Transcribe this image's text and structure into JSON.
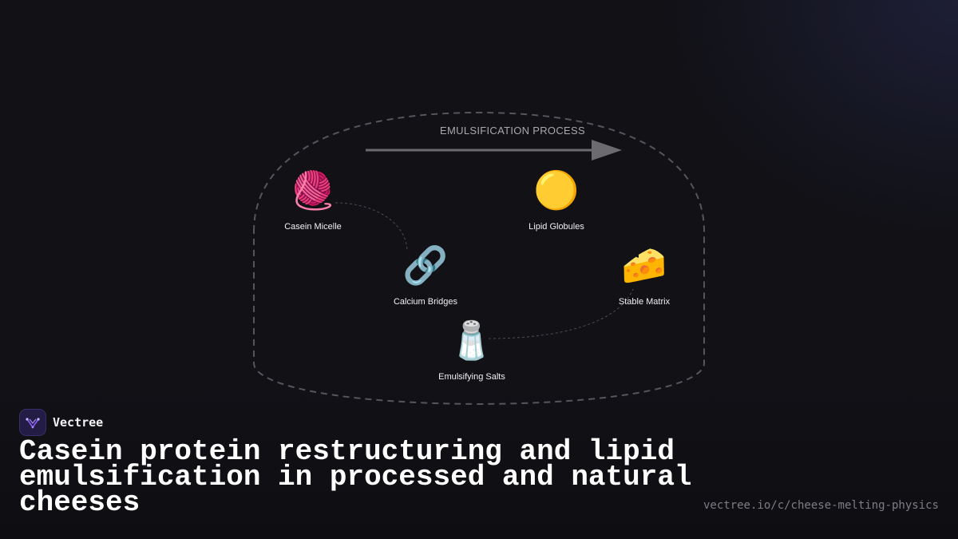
{
  "diagram": {
    "process_label": "EMULSIFICATION PROCESS",
    "nodes": [
      {
        "id": "casein",
        "icon": "yarn-ball-icon",
        "emoji": "🧶",
        "label": "Casein Micelle"
      },
      {
        "id": "lipid",
        "icon": "yellow-circle-icon",
        "emoji": "🟡",
        "label": "Lipid Globules"
      },
      {
        "id": "calcium",
        "icon": "link-icon",
        "emoji": "🔗",
        "label": "Calcium Bridges"
      },
      {
        "id": "matrix",
        "icon": "cheese-icon",
        "emoji": "🧀",
        "label": "Stable Matrix"
      },
      {
        "id": "salts",
        "icon": "salt-shaker-icon",
        "emoji": "🧂",
        "label": "Emulsifying Salts"
      }
    ],
    "colors": {
      "boundary": "#55555c",
      "arrow": "#6b6b70",
      "connector": "#4d4d55"
    }
  },
  "brand": {
    "name": "Vectree",
    "logo_icon": "vectree-logo-icon",
    "accent": "#8b5cf6"
  },
  "headline": "Casein protein restructuring and lipid emulsification in processed and natural cheeses",
  "url": "vectree.io/c/cheese-melting-physics"
}
